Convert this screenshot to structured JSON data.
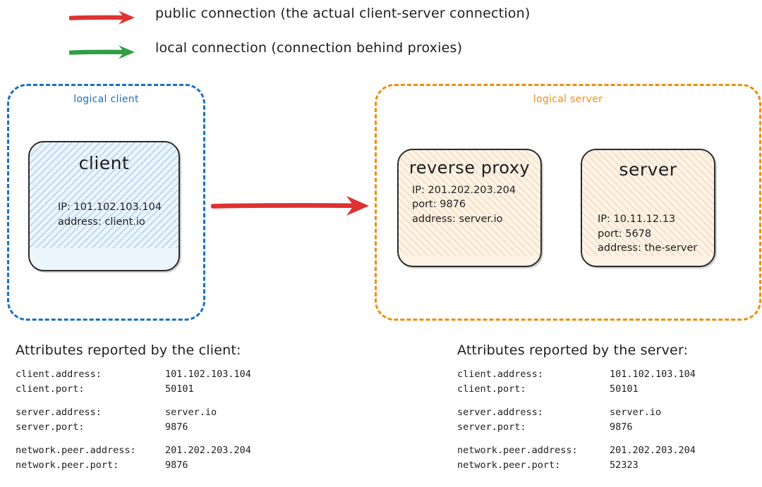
{
  "legend": {
    "items": [
      {
        "icon": "red-arrow-icon",
        "color": "#e03131",
        "label": "public connection (the actual client-server connection)"
      },
      {
        "icon": "green-arrow-icon",
        "color": "#2f9e44",
        "label": "local connection (connection behind proxies)"
      }
    ]
  },
  "colors": {
    "client_border": "#1971c2",
    "server_border": "#ef8e0e",
    "public_arrow": "#e03131",
    "local_arrow": "#2f9e44",
    "node_stroke": "#2b2b2b",
    "client_fill": "#ecf4fc",
    "server_fill": "#fdf3e6"
  },
  "diagram": {
    "logical_client": {
      "label": "logical client",
      "node": {
        "title": "client",
        "lines": [
          "IP: 101.102.103.104",
          "address: client.io"
        ]
      }
    },
    "logical_server": {
      "label": "logical server",
      "nodes": [
        {
          "title": "reverse proxy",
          "lines": [
            "IP: 201.202.203.204",
            "port: 9876",
            "address: server.io"
          ]
        },
        {
          "title": "server",
          "lines": [
            "IP: 10.11.12.13",
            "port: 5678",
            "address: the-server"
          ]
        }
      ]
    },
    "connection_arrow": {
      "name": "public-connection-arrow",
      "color": "#e03131",
      "from": "logical client",
      "to": "logical server"
    }
  },
  "attributes_client": {
    "heading": "Attributes reported by the client:",
    "groups": [
      [
        {
          "key": "client.address:",
          "value": "101.102.103.104"
        },
        {
          "key": "client.port:",
          "value": "50101"
        }
      ],
      [
        {
          "key": "server.address:",
          "value": "server.io"
        },
        {
          "key": "server.port:",
          "value": "9876"
        }
      ],
      [
        {
          "key": "network.peer.address:",
          "value": "201.202.203.204"
        },
        {
          "key": "network.peer.port:",
          "value": "9876"
        }
      ]
    ]
  },
  "attributes_server": {
    "heading": "Attributes reported by the server:",
    "groups": [
      [
        {
          "key": "client.address:",
          "value": "101.102.103.104"
        },
        {
          "key": "client.port:",
          "value": "50101"
        }
      ],
      [
        {
          "key": "server.address:",
          "value": "server.io"
        },
        {
          "key": "server.port:",
          "value": "9876"
        }
      ],
      [
        {
          "key": "network.peer.address:",
          "value": "201.202.203.204"
        },
        {
          "key": "network.peer.port:",
          "value": "52323"
        }
      ]
    ]
  }
}
